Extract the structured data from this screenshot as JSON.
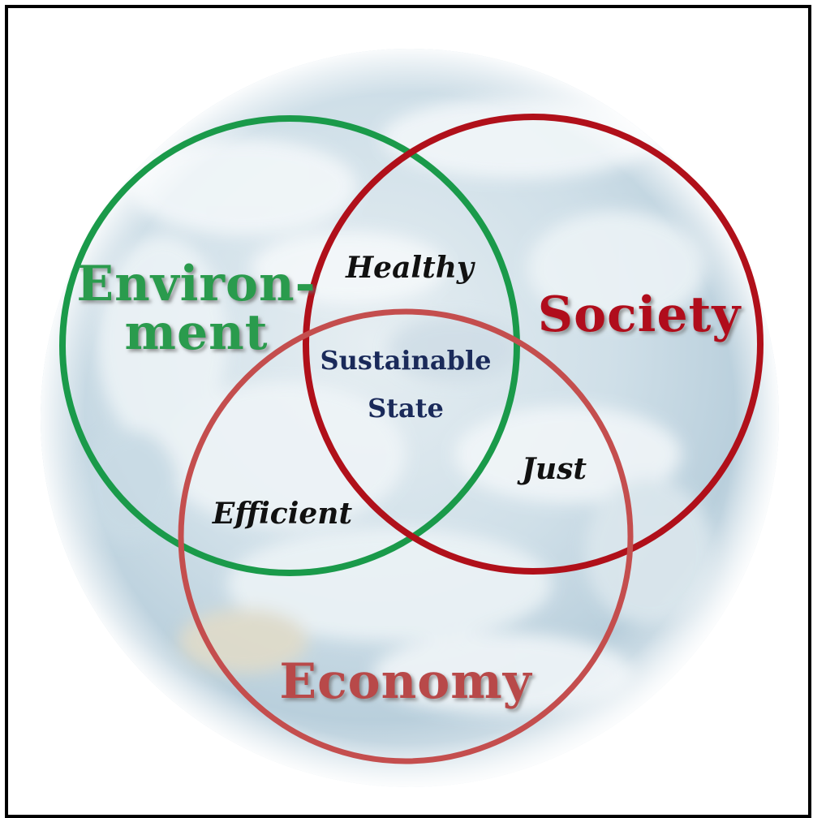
{
  "diagram": {
    "circles": [
      {
        "id": "environment",
        "label_lines": [
          "Environ-",
          "ment"
        ],
        "color": "#1a9a4a",
        "fill": "#3aa35a"
      },
      {
        "id": "society",
        "label_lines": [
          "Society"
        ],
        "color": "#b0101a",
        "fill": "#b0101a"
      },
      {
        "id": "economy",
        "label_lines": [
          "Economy"
        ],
        "color": "#c44e4e",
        "fill": "#b84848"
      }
    ],
    "intersections": {
      "environment_society": "Healthy",
      "society_economy": "Just",
      "environment_economy": "Efficient",
      "center_lines": [
        "Sustainable",
        "State"
      ]
    },
    "colors": {
      "intersection_text": "#111111",
      "center_text": "#1a2a5a",
      "globe_ocean": "#c3d8e4",
      "globe_cloud": "#ffffff"
    },
    "background_image": "earth-globe"
  }
}
